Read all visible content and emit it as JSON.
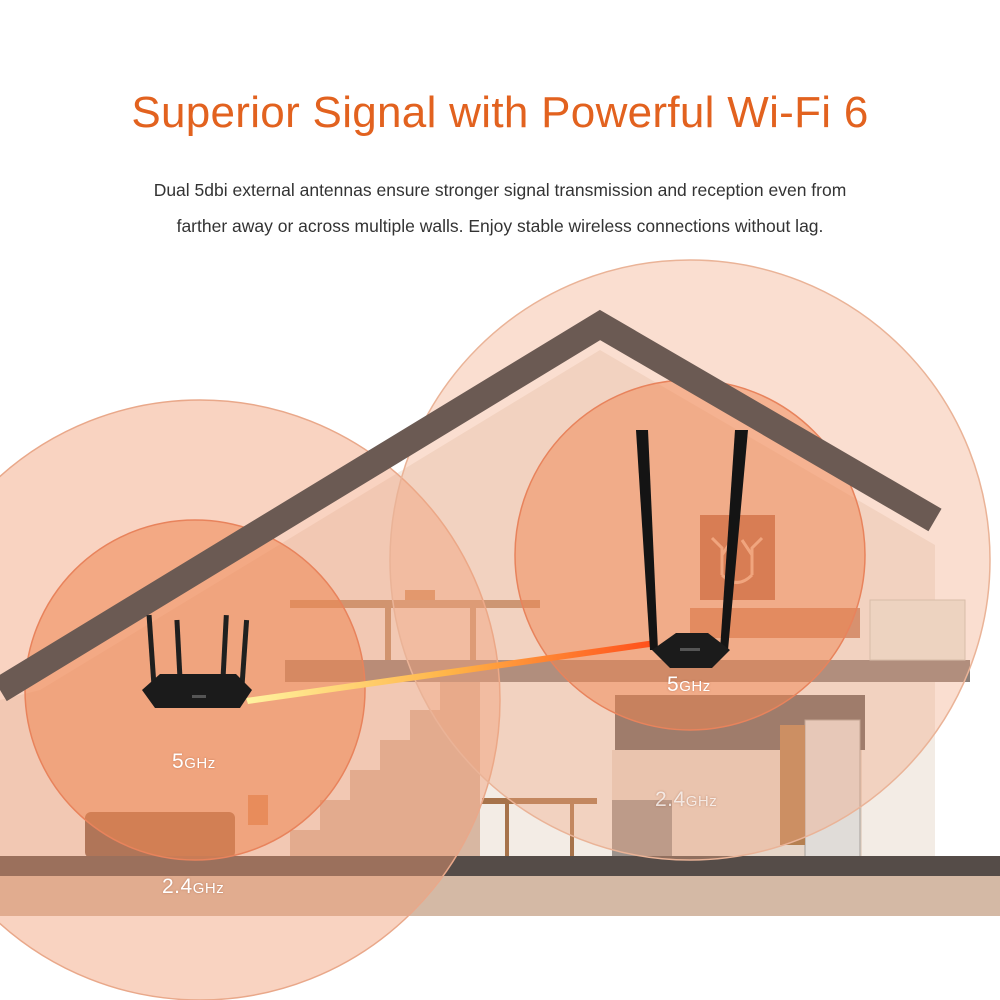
{
  "header": {
    "title": "Superior Signal with Powerful Wi-Fi 6",
    "description_line1": "Dual 5dbi external antennas ensure stronger signal transmission and reception even from",
    "description_line2": "farther away or across multiple walls. Enjoy stable wireless connections without lag."
  },
  "colors": {
    "accent": "#e2621f",
    "signal_inner": "#f08a5a",
    "signal_outer": "#f3b596"
  },
  "signal_labels": {
    "left_5ghz_num": "5",
    "left_5ghz_unit": "GHz",
    "left_24ghz_num": "2.4",
    "left_24ghz_unit": "GHz",
    "right_5ghz_num": "5",
    "right_5ghz_unit": "GHz",
    "right_24ghz_num": "2.4",
    "right_24ghz_unit": "GHz"
  },
  "icons": [
    "router-icon",
    "adapter-icon",
    "house-illustration",
    "deer-art-icon"
  ]
}
